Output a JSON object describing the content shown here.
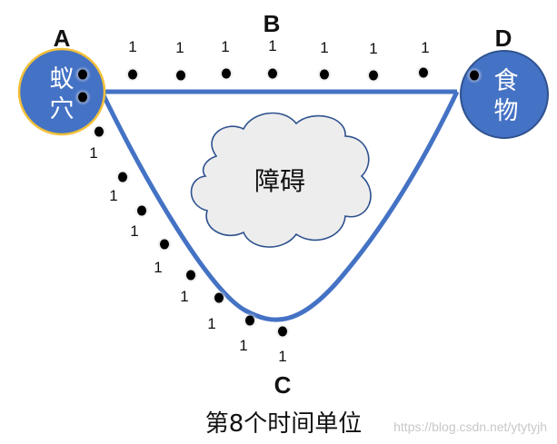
{
  "colors": {
    "path": "#4472C4",
    "node_fill": "#4472C4",
    "nest_stroke": "#F2C03A",
    "food_stroke": "#2F528F",
    "obstacle_fill": "#EDEDED",
    "obstacle_stroke": "#2F528F",
    "ant": "#000000",
    "ant_glow": "#C9C9C9"
  },
  "nodes": {
    "A": {
      "letter": "A",
      "line1": "蚁",
      "line2": "穴"
    },
    "B": {
      "letter": "B"
    },
    "C": {
      "letter": "C"
    },
    "D": {
      "letter": "D",
      "line1": "食",
      "line2": "物"
    }
  },
  "obstacle": {
    "label": "障碍"
  },
  "pheromone_value": "1",
  "caption": "第8个时间单位",
  "watermark": "https://blog.csdn.net/ytytyjh"
}
